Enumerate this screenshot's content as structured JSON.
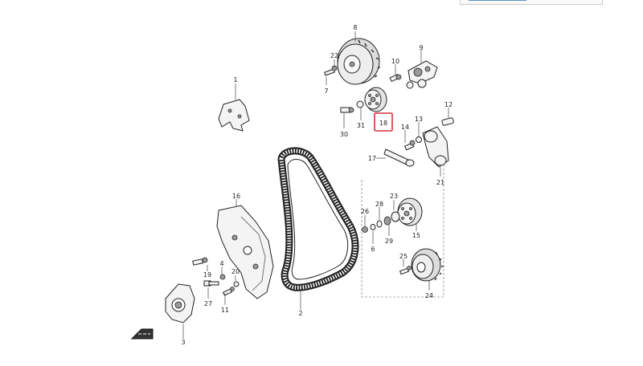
{
  "diagram": {
    "callouts": [
      "1",
      "2",
      "3",
      "6",
      "7",
      "8",
      "9",
      "10",
      "11",
      "12",
      "13",
      "14",
      "15",
      "16",
      "17",
      "18",
      "19",
      "20",
      "21",
      "22",
      "23",
      "24",
      "25",
      "26",
      "27",
      "28",
      "29",
      "30",
      "31"
    ],
    "highlighted": "18",
    "highlight_color": "#d0313b",
    "direction_icon": "front-arrow-icon"
  }
}
